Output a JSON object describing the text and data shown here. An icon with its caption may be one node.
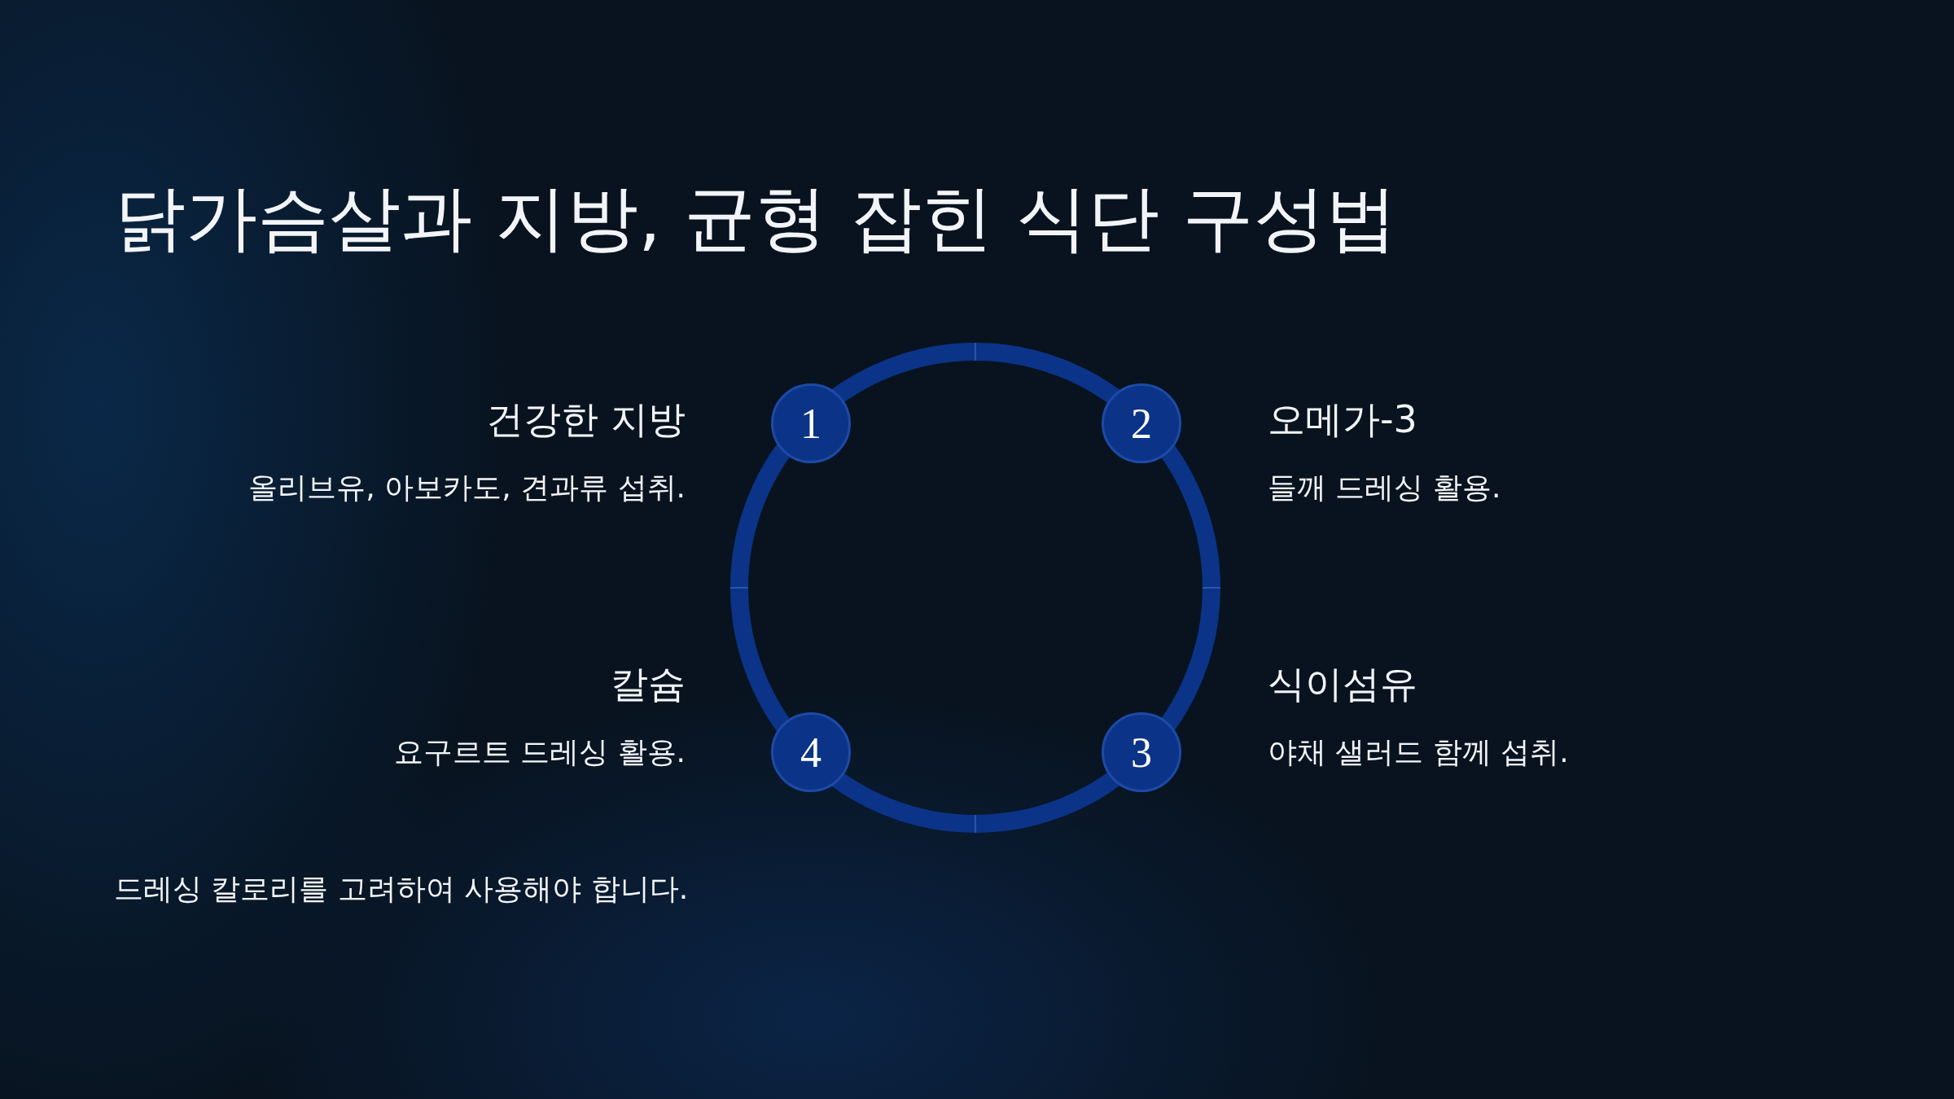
{
  "diagram": {
    "title": "닭가슴살과 지방, 균형 잡힌 식단 구성법",
    "nodes": [
      {
        "text": [
          "1"
        ],
        "beside": [
          "건강한 지방",
          "올리브유, 아보카도, 견과류 섭취."
        ]
      },
      {
        "text": [
          "2"
        ],
        "beside": [
          "오메가-3",
          "들깨 드레싱 활용."
        ]
      },
      {
        "text": [
          "3"
        ],
        "beside": [
          "식이섬유",
          "야채 샐러드 함께 섭취."
        ]
      },
      {
        "text": [
          "4"
        ],
        "beside": [
          "칼슘",
          "요구르트 드레싱 활용."
        ]
      }
    ],
    "labels": [
      "드레싱 칼로리를 고려하여 사용해야 합니다."
    ]
  }
}
